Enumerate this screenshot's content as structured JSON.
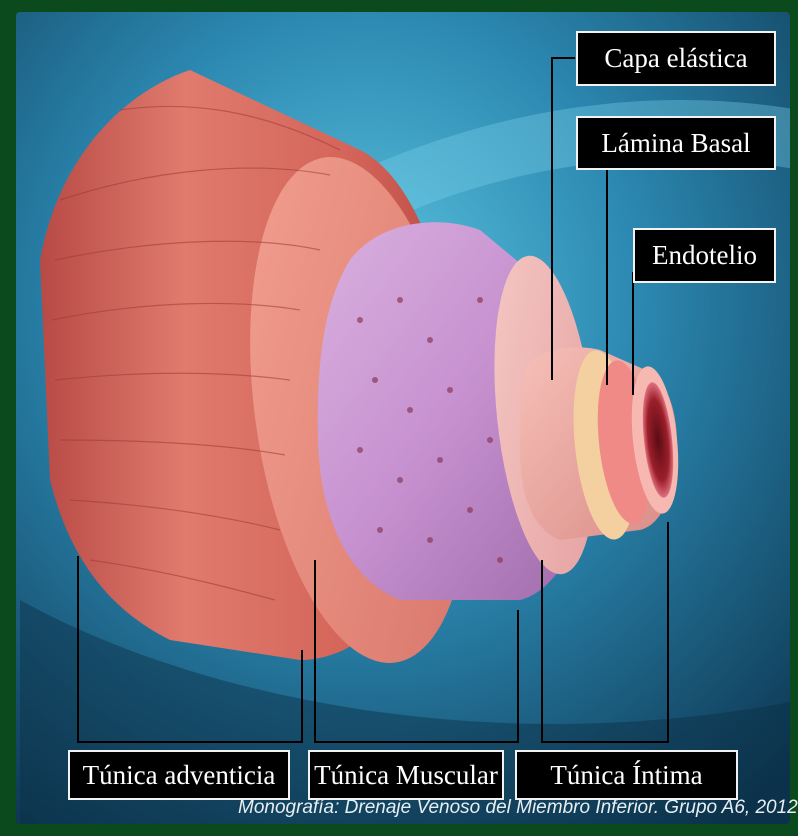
{
  "labels": {
    "capa_elastica": "Capa elástica",
    "lamina_basal": "Lámina Basal",
    "endotelio": "Endotelio",
    "tunica_adventicia": "Túnica adventicia",
    "tunica_muscular": "Túnica Muscular",
    "tunica_intima": "Túnica Íntima"
  },
  "credit": "Monografía: Drenaje Venoso del Miembro Inferior. Grupo A6, 2012.",
  "colors": {
    "frame": "#0b4a1c",
    "background_light": "#4fb3d6",
    "background_dark": "#0e3d5a",
    "adventitia": "#d86a60",
    "muscular": "#c89ad0",
    "intima": "#f0a8a0",
    "label_bg": "#000000",
    "label_text": "#ffffff"
  }
}
